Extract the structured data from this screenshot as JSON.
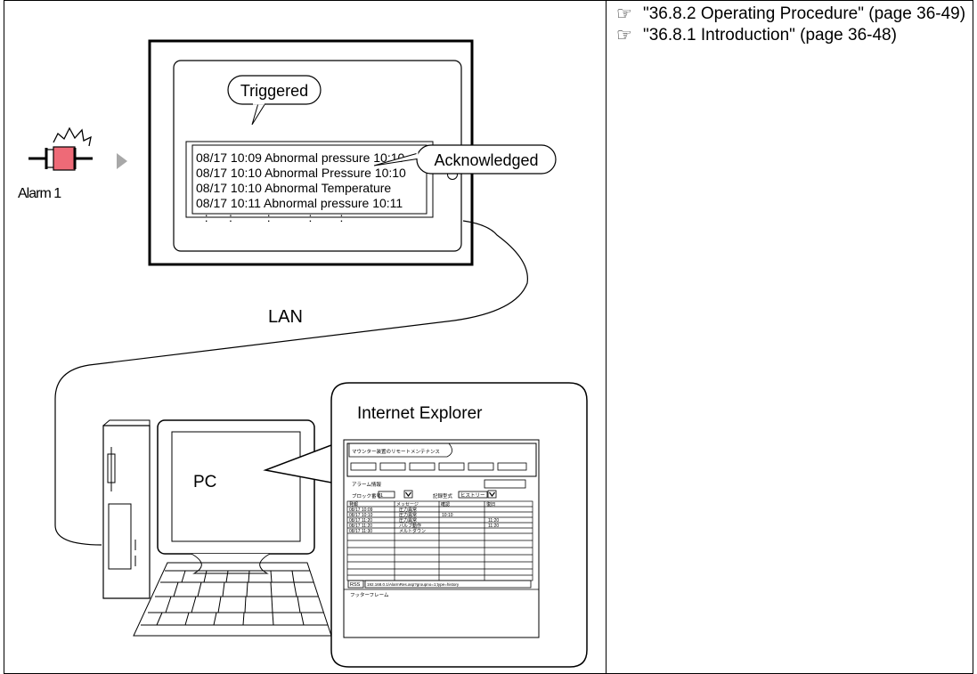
{
  "references": [
    {
      "text": "\"36.8.2 Operating Procedure\" (page 36-49)",
      "icon": "pointing-hand-icon"
    },
    {
      "text": "\"36.8.1 Introduction\" (page 36-48)",
      "icon": "pointing-hand-icon"
    }
  ],
  "alarm": {
    "label": "Alarm 1"
  },
  "display": {
    "callout_triggered": "Triggered",
    "callout_acknowledged": "Acknowledged",
    "rows": [
      "08/17  10:09  Abnormal pressure  10:10",
      "08/17  10:10  Abnormal Pressure  10:10",
      "08/17  10:10  Abnormal Temperature",
      "08/17  10:11  Abnormal pressure  10:11",
      "  :      :          :           :        :"
    ]
  },
  "network": {
    "label": "LAN"
  },
  "pc": {
    "label": "PC"
  },
  "browser": {
    "title": "Internet Explorer",
    "page_title": "マウンター装置のリモートメンテナンス",
    "alarm_info": "アラーム情報",
    "block_label": "ブロック番号",
    "block_value": "1",
    "record_label": "記録型式",
    "record_value": "ヒストリー",
    "table_headers": [
      "発報",
      "メッセージ",
      "確認",
      "復旧"
    ],
    "table_rows": [
      [
        "08/17  10:09",
        "圧力異常",
        "",
        ""
      ],
      [
        "08/17  10:10",
        "圧力異常",
        "10:10",
        ""
      ],
      [
        "08/17  11:20",
        "圧力異常",
        "",
        "11:20"
      ],
      [
        "08/17  11:20",
        "バルブ動作",
        "",
        "11:20"
      ],
      [
        "08/17  11:30",
        "メルトダウン",
        "",
        ""
      ]
    ],
    "rss_label": "RSS",
    "url": "192.168.0.1/AlarmRes.asp?groupno=1;type=history",
    "footer": "フッターフレーム"
  }
}
